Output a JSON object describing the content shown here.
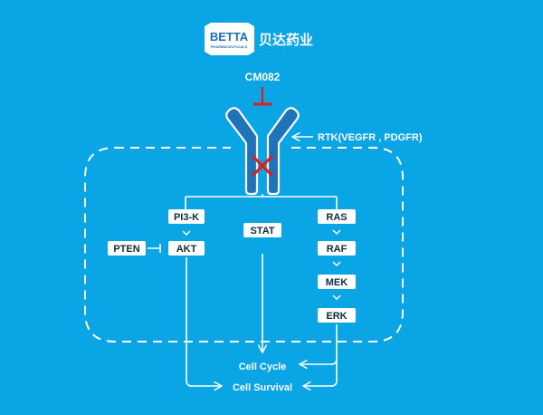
{
  "logo": {
    "brand": "BETTA",
    "sub": "PHARMACEUTICALS",
    "chinese": "贝达药业"
  },
  "drug": "CM082",
  "receptor": "RTK(VEGFR , PDGFR)",
  "pathways": {
    "left": [
      "PI3-K",
      "AKT"
    ],
    "inhibitor": "PTEN",
    "middle": [
      "STAT"
    ],
    "right": [
      "RAS",
      "RAF",
      "MEK",
      "ERK"
    ]
  },
  "outcomes": {
    "cycle": "Cell Cycle",
    "survival": "Cell Survival"
  },
  "colors": {
    "background": "#0aa5e4",
    "receptor": "#1f73b8",
    "inhibit": "#e31b23"
  }
}
